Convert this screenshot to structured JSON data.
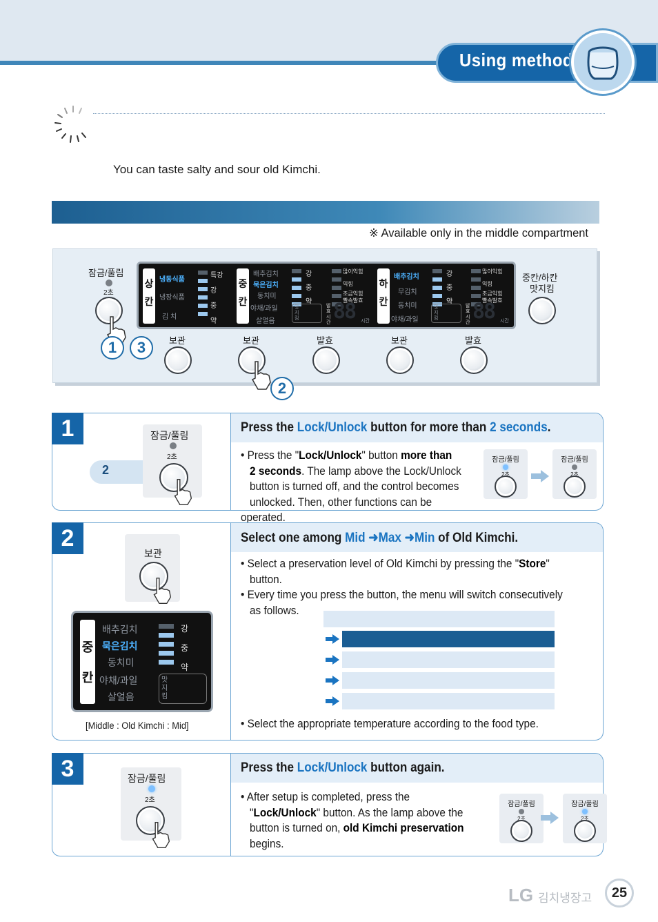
{
  "header": {
    "title": "Using method"
  },
  "intro": "You can taste salty and sour old Kimchi.",
  "note": "※  Available only in the middle compartment",
  "panel": {
    "lock_label": "잠금/풀림",
    "sec_label": "2초",
    "mid_low_label": "중칸/하칸",
    "mid_low_label2": "맛지킴",
    "store": "보관",
    "ferment": "발효",
    "callouts": [
      "1",
      "3",
      "2"
    ],
    "upper": {
      "tab": [
        "상",
        "칸"
      ],
      "items": [
        "냉동식품",
        "냉장식품",
        "김  치"
      ],
      "levels": [
        "특강",
        "강",
        "중",
        "약"
      ]
    },
    "middle": {
      "tab": [
        "중",
        "칸"
      ],
      "items": [
        "배추김치",
        "묵은김치",
        "동치미",
        "야채/과일",
        "살얼음"
      ],
      "levels": [
        "강",
        "중",
        "약"
      ],
      "keep": "맛지킴",
      "ripe": [
        "많이익힘",
        "익힘",
        "조금익힘",
        "빨속발효"
      ],
      "time": "발효시간",
      "hour": "시간",
      "seg": "88"
    },
    "lower": {
      "tab": [
        "하",
        "칸"
      ],
      "items": [
        "배추김치",
        "무김치",
        "동치미",
        "야채/과일"
      ],
      "levels": [
        "강",
        "중",
        "약"
      ],
      "keep": "맛지킴",
      "ripe": [
        "많이익힘",
        "익힘",
        "조금익힘",
        "빨속발효"
      ],
      "time": "발효시간",
      "hour": "시간",
      "seg": "88"
    }
  },
  "steps": [
    {
      "num": "1",
      "title_a": "Press the ",
      "title_b": "Lock/Unlock",
      "title_c": " button for more than ",
      "title_d": "2 seconds",
      "title_e": ".",
      "badge": "2",
      "lock_label": "잠금/풀림",
      "sec_label": "2초",
      "body": [
        "• Press the \"",
        "Lock/Unlock",
        "\" button ",
        "more than",
        "2 seconds",
        ". The lamp above the Lock/Unlock",
        "button is turned off, and the control becomes",
        "unlocked. Then, other functions can be operated."
      ]
    },
    {
      "num": "2",
      "title_a": "Select one among ",
      "title_b": "Mid",
      "title_c": "Max",
      "title_d": "Min",
      "title_e": " of Old Kimchi.",
      "store_label": "보관",
      "bullet1_a": "• Select a preservation level of Old Kimchi by pressing the \"",
      "bullet1_b": "Store",
      "bullet1_c": "\"",
      "bullet1_d": "button.",
      "bullet2_a": "• Every time you press the button, the menu will switch consecutively",
      "bullet2_b": "as follows.",
      "bullet3": "• Select the appropriate temperature according to the food type.",
      "caption": "[Middle : Old Kimchi : Mid]",
      "lcd_tab": [
        "중",
        "칸"
      ],
      "lcd_items": [
        "배추김치",
        "묵은김치",
        "동치미",
        "야채/과일",
        "살얼음"
      ],
      "lcd_levels": [
        "강",
        "중",
        "약"
      ],
      "lcd_keep": "맛지킴"
    },
    {
      "num": "3",
      "title_a": "Press the ",
      "title_b": "Lock/Unlock",
      "title_c": " button again.",
      "lock_label": "잠금/풀림",
      "sec_label": "2초",
      "body": [
        "• After setup is completed, press the",
        "\"",
        "Lock/Unlock",
        "\" button. As the lamp above the",
        "button is turned on, ",
        "old Kimchi preservation",
        "begins."
      ]
    }
  ],
  "footer": {
    "brand": "LG",
    "product": "김치냉장고",
    "page": "25"
  },
  "colors": {
    "accent": "#1565a8",
    "highlight": "#1a74c1",
    "border": "#6aa4d2"
  }
}
